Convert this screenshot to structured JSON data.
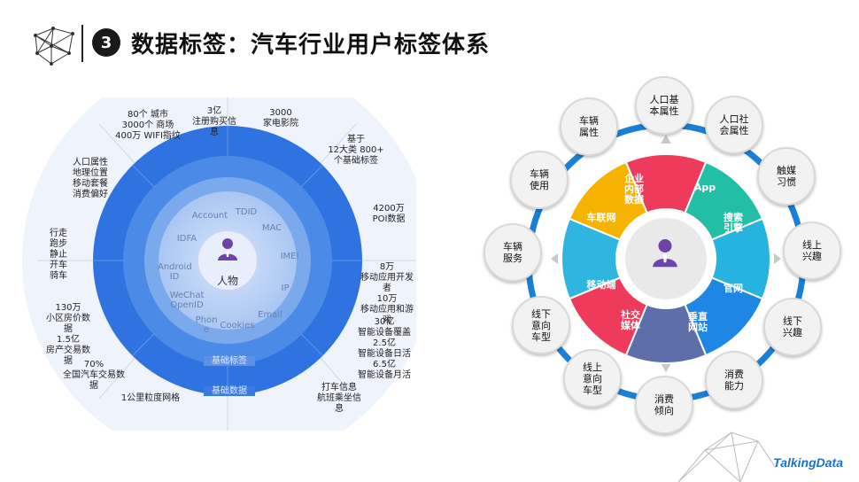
{
  "header": {
    "badge": "3",
    "title": "数据标签：汽车行业用户标签体系"
  },
  "left_diagram": {
    "center": "人物",
    "core_items": [
      "Account",
      "TDID",
      "MAC",
      "IDFA",
      "IMEI",
      "Android\nID",
      "IP",
      "WeChat\nOpenID",
      "Phon\ne",
      "Cookies",
      "Email"
    ],
    "ring_labels": [
      "基础标签",
      "基础数据"
    ],
    "annotations": [
      "80个 城市\n3000个 商场\n400万 WIFI指纹",
      "3亿\n注册购买信\n息",
      "3000\n家电影院",
      "基于\n12大类 800+\n个基础标签",
      "人口属性\n地理位置\n移动套餐\n消费偏好",
      "4200万\nPOI数据",
      "行走\n跑步\n静止\n开车\n骑车",
      "8万\n移动应用开发\n者\n10万\n移动应用和游\n戏",
      "130万\n小区房价数\n据\n1.5亿\n房产交易数\n据",
      "70%\n全国汽车交易数\n据",
      "30亿\n智能设备覆盖\n2.5亿\n智能设备日活\n6.5亿\n智能设备月活",
      "1公里粒度网格",
      "打车信息\n航班乘坐信\n息"
    ]
  },
  "right_diagram": {
    "segments": [
      {
        "label": "企业\n内部\n数据",
        "color": "#ef3b5b"
      },
      {
        "label": "App",
        "color": "#23bfa5"
      },
      {
        "label": "搜索\n引擎",
        "color": "#27b3e0"
      },
      {
        "label": "官网",
        "color": "#1e87e5"
      },
      {
        "label": "垂直\n网站",
        "color": "#5d6ea8"
      },
      {
        "label": "社交\n媒体",
        "color": "#ef3b5b"
      },
      {
        "label": "移动端",
        "color": "#2fb6e0"
      },
      {
        "label": "车联网",
        "color": "#f6b400"
      }
    ],
    "bubbles": [
      "人口基\n本属性",
      "人口社\n会属性",
      "触媒\n习惯",
      "线上\n兴趣",
      "线下\n兴趣",
      "消费\n能力",
      "消费\n倾向",
      "线上\n意向\n车型",
      "线下\n意向\n车型",
      "车辆\n服务",
      "车辆\n使用",
      "车辆\n属性"
    ]
  },
  "logo": "TalkingData"
}
